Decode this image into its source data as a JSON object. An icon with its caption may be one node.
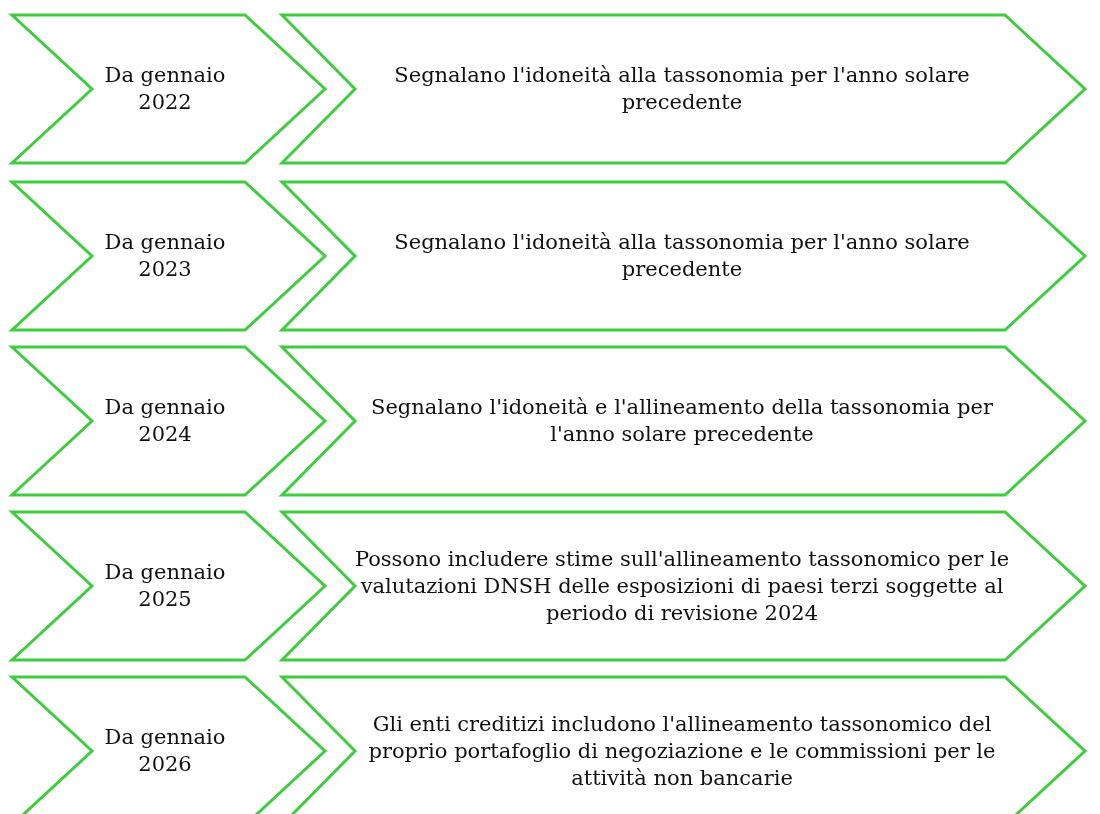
{
  "diagram": {
    "nodes": [
      {
        "text": [
          "Da gennaio 2022"
        ]
      },
      {
        "text": [
          "Segnalano l'idoneità alla tassonomia per l'anno solare precedente"
        ]
      },
      {
        "text": [
          "Da gennaio 2023"
        ]
      },
      {
        "text": [
          "Segnalano l'idoneità alla tassonomia per l'anno solare precedente"
        ]
      },
      {
        "text": [
          "Da gennaio 2024"
        ]
      },
      {
        "text": [
          "Segnalano l'idoneità e l'allineamento della tassonomia per l'anno solare precedente"
        ]
      },
      {
        "text": [
          "Da gennaio 2025"
        ]
      },
      {
        "text": [
          "Possono includere stime sull'allineamento tassonomico per le valutazioni DNSH delle esposizioni di paesi terzi soggette al periodo di revisione 2024"
        ]
      },
      {
        "text": [
          "Da gennaio 2026"
        ]
      },
      {
        "text": [
          "Gli enti creditizi includono l'allineamento tassonomico del proprio portafoglio di negoziazione e le commissioni per le attività non bancarie"
        ]
      }
    ]
  }
}
